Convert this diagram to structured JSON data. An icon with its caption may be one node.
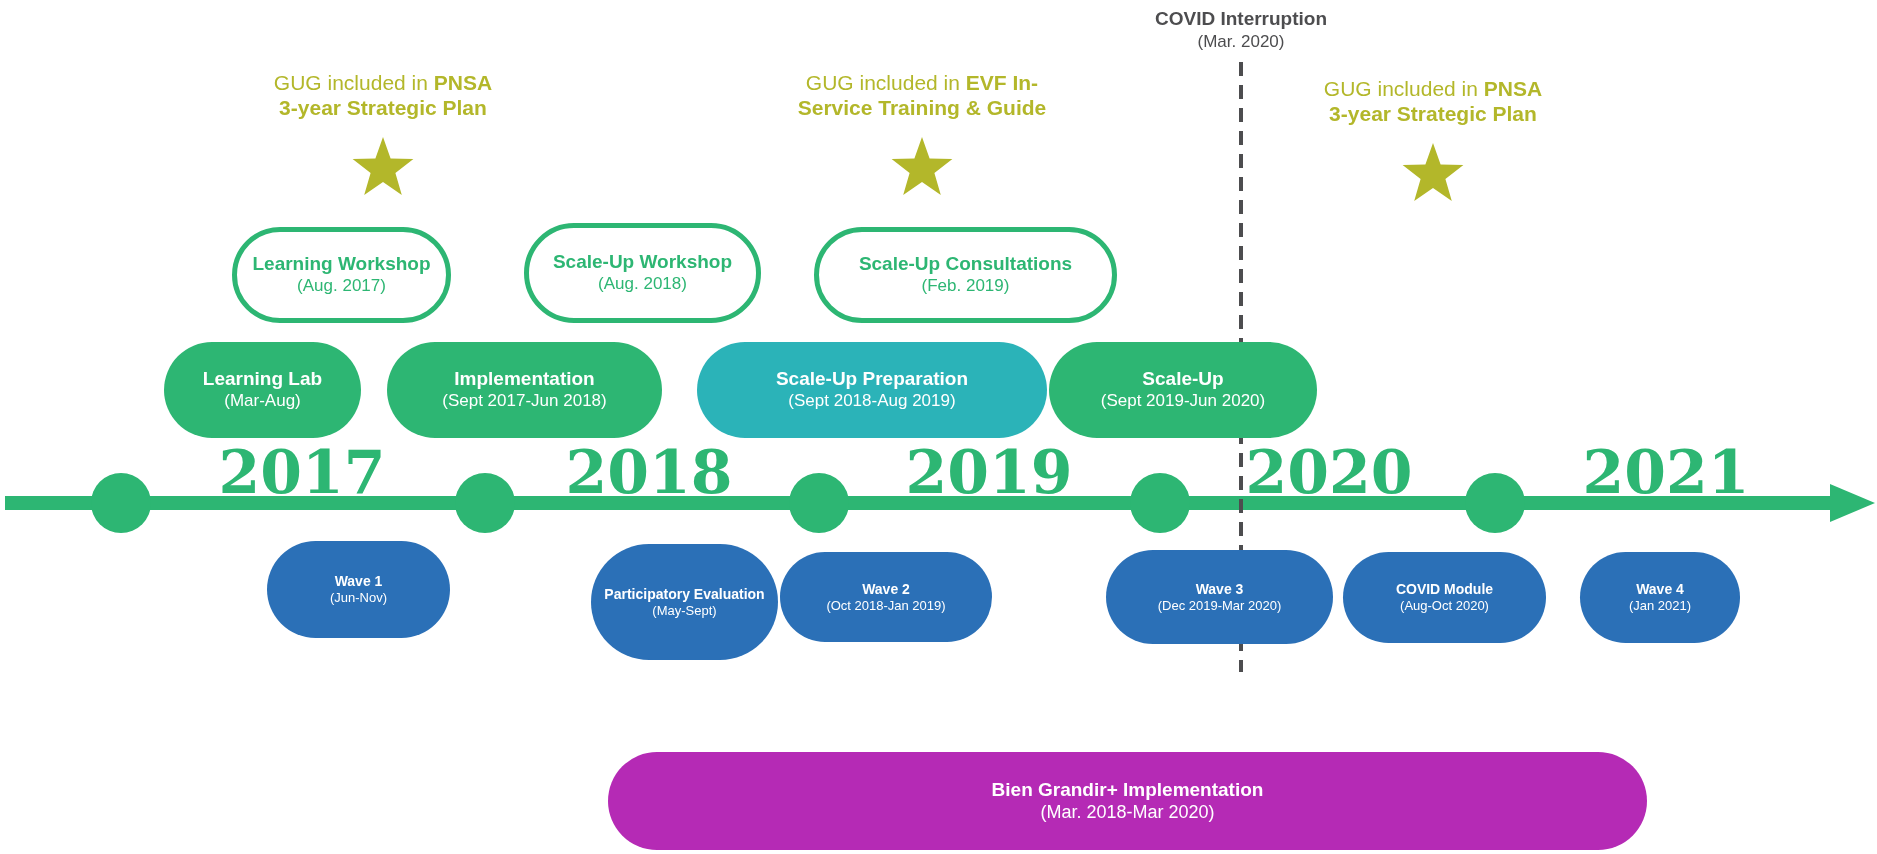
{
  "diagram": {
    "nodes": [
      {
        "text": [
          "Learning Workshop",
          "(Aug. 2017)"
        ]
      },
      {
        "text": [
          "Scale-Up Workshop",
          "(Aug. 2018)"
        ]
      },
      {
        "text": [
          "Scale-Up Consultations",
          "(Feb. 2019)"
        ]
      },
      {
        "text": [
          "Learning Lab",
          "(Mar-Aug)"
        ]
      },
      {
        "text": [
          "Implementation",
          "(Sept 2017-Jun 2018)"
        ]
      },
      {
        "text": [
          "Scale-Up Preparation",
          "(Sept 2018-Aug 2019)"
        ]
      },
      {
        "text": [
          "Scale-Up",
          "(Sept 2019-Jun 2020)"
        ]
      },
      {
        "text": [],
        "shape": "circle"
      },
      {
        "text": [],
        "shape": "circle"
      },
      {
        "text": [],
        "shape": "circle"
      },
      {
        "text": [],
        "shape": "circle"
      },
      {
        "text": [],
        "shape": "circle"
      },
      {
        "text": [
          "Wave 1",
          "(Jun-Nov)"
        ]
      },
      {
        "text": [
          "Participatory Evaluation",
          "(May-Sept)"
        ]
      },
      {
        "text": [
          "Wave 2",
          "(Oct 2018-Jan 2019)"
        ]
      },
      {
        "text": [
          "Wave 3",
          "(Dec 2019-Mar 2020)"
        ]
      },
      {
        "text": [
          "COVID Module",
          "(Aug-Oct 2020)"
        ]
      },
      {
        "text": [
          "Wave 4",
          "(Jan 2021)"
        ]
      },
      {
        "text": [
          "Bien Grandir+ Implementation",
          "(Mar. 2018-Mar 2020)"
        ]
      }
    ],
    "edges": [],
    "labels": [
      "COVID Interruption",
      "(Mar. 2020)",
      "GUG included in **PNSA 3-year Strategic Plan**",
      "GUG included in **EVF In-Service Training & Guide**",
      "GUG included in **PNSA 3-year Strategic Plan**",
      "2017",
      "2018",
      "2019",
      "2020",
      "2021"
    ]
  }
}
